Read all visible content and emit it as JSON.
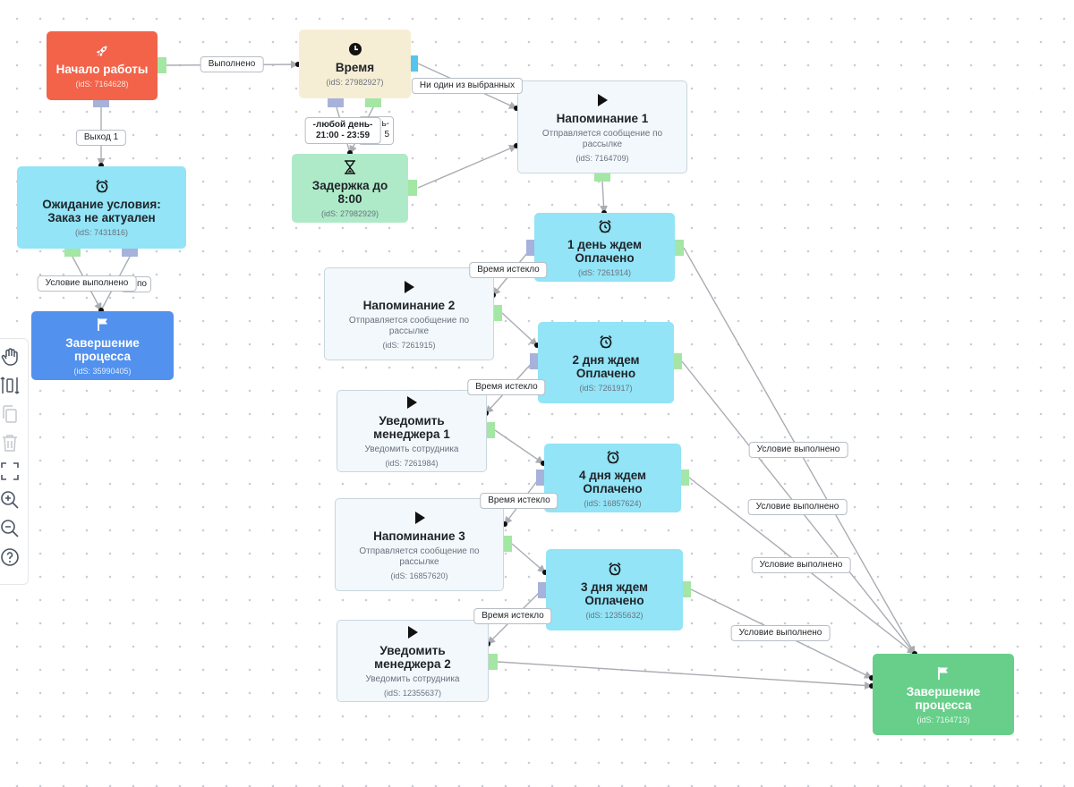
{
  "nodes": {
    "start": {
      "title": "Начало работы",
      "ids": "(idS: 7164628)",
      "icon": "rocket-icon"
    },
    "time": {
      "title": "Время",
      "ids": "(idS: 27982927)",
      "icon": "clock-icon"
    },
    "delay": {
      "title": "Задержка до 8:00",
      "ids": "(idS: 27982929)",
      "icon": "hourglass-icon"
    },
    "wait_not_actual": {
      "title": "Ожидание условия: Заказ не актуален",
      "ids": "(idS: 7431816)",
      "icon": "alarm-clock-icon"
    },
    "finish_1": {
      "title": "Завершение процесса",
      "ids": "(idS: 35990405)",
      "icon": "flag-icon"
    },
    "reminder_1": {
      "title": "Напоминание 1",
      "desc": "Отправляется сообщение по рассылке",
      "ids": "(idS: 7164709)",
      "icon": "play-icon"
    },
    "wait_1_day": {
      "title": "1 день ждем Оплачено",
      "ids": "(idS: 7261914)",
      "icon": "alarm-clock-icon"
    },
    "reminder_2": {
      "title": "Напоминание 2",
      "desc": "Отправляется сообщение по рассылке",
      "ids": "(idS: 7261915)",
      "icon": "play-icon"
    },
    "wait_2_days": {
      "title": "2 дня ждем Оплачено",
      "ids": "(idS: 7261917)",
      "icon": "alarm-clock-icon"
    },
    "notify_manager_1": {
      "title": "Уведомить менеджера 1",
      "desc": "Уведомить сотрудника",
      "ids": "(idS: 7261984)",
      "icon": "play-icon"
    },
    "wait_4_days": {
      "title": "4 дня ждем Оплачено",
      "ids": "(idS: 16857624)",
      "icon": "alarm-clock-icon"
    },
    "reminder_3": {
      "title": "Напоминание 3",
      "desc": "Отправляется сообщение по рассылке",
      "ids": "(idS: 16857620)",
      "icon": "play-icon"
    },
    "wait_3_days": {
      "title": "3 дня ждем Оплачено",
      "ids": "(idS: 12355632)",
      "icon": "alarm-clock-icon"
    },
    "notify_manager_2": {
      "title": "Уведомить менеджера 2",
      "desc": "Уведомить сотрудника",
      "ids": "(idS: 12355637)",
      "icon": "play-icon"
    },
    "finish_2": {
      "title": "Завершение процесса",
      "ids": "(idS: 7164713)",
      "icon": "flag-icon"
    }
  },
  "edge_labels": {
    "done": "Выполнено",
    "exit_1": "Выход 1",
    "none_selected": "Ни один из выбранных",
    "any_day_line1": "-любой день-",
    "any_day_line2": "21:00 - 23:59",
    "hidden_label_tail_1": "ь-",
    "hidden_label_tail_2": "5",
    "condition_met": "Условие выполнено",
    "hidden_label_tail_3": "по",
    "time_expired": "Время истекло"
  },
  "toolbar": [
    "hand-icon",
    "fit-vertical-icon",
    "copy-icon",
    "trash-icon",
    "fullscreen-icon",
    "zoom-in-icon",
    "zoom-out-icon",
    "help-icon"
  ]
}
